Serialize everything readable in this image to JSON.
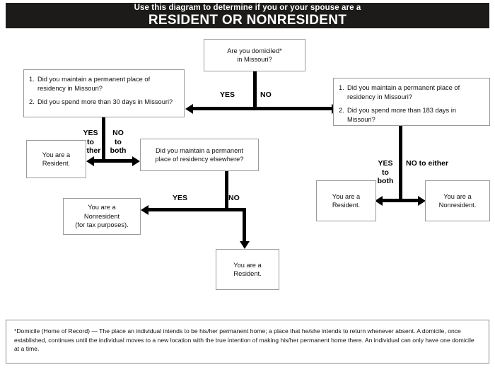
{
  "header": {
    "line1": "Use this diagram to determine if you or your spouse are a",
    "line2": "RESIDENT OR NONRESIDENT",
    "background": "#1d1b1a",
    "text_color": "#ffffff"
  },
  "diagram": {
    "type": "flowchart",
    "title": "Missouri Resident or Nonresident determination",
    "nodes": {
      "start": {
        "id": "start",
        "shape": "box",
        "line1": "Are you domiciled*",
        "line2": "in Missouri?"
      },
      "mo_30days": {
        "id": "mo_30days",
        "shape": "box",
        "items": [
          {
            "num": "1.",
            "text": "Did you maintain a permanent place of residency in Missouri?"
          },
          {
            "num": "2.",
            "text": "Did you spend more than 30 days in Missouri?"
          }
        ]
      },
      "mo_183days": {
        "id": "mo_183days",
        "shape": "box",
        "items": [
          {
            "num": "1.",
            "text": "Did you maintain a permanent place of residency in Missouri?"
          },
          {
            "num": "2.",
            "text": "Did you spend more than 183 days in Missouri?"
          }
        ]
      },
      "resident_left": {
        "id": "resident_left",
        "shape": "box",
        "line1": "You are a",
        "line2": "Resident."
      },
      "elsewhere": {
        "id": "elsewhere",
        "shape": "box",
        "line1": "Did you maintain a permanent",
        "line2": "place of residency elsewhere?"
      },
      "nonresident_left": {
        "id": "nonresident_left",
        "shape": "box",
        "line1": "You are a",
        "line2": "Nonresident",
        "line3": "(for tax purposes)."
      },
      "resident_bottom": {
        "id": "resident_bottom",
        "shape": "box",
        "line1": "You are a",
        "line2": "Resident."
      },
      "resident_right": {
        "id": "resident_right",
        "shape": "box",
        "line1": "You are a",
        "line2": "Resident."
      },
      "nonresident_right": {
        "id": "nonresident_right",
        "shape": "box",
        "line1": "You are a",
        "line2": "Nonresident."
      }
    },
    "edges": [
      {
        "id": "start-yes",
        "from": "start",
        "to": "mo_30days",
        "label": "YES"
      },
      {
        "id": "start-no",
        "from": "start",
        "to": "mo_183days",
        "label": "NO"
      },
      {
        "id": "mo30-yes-either",
        "from": "mo_30days",
        "to": "resident_left",
        "label_l1": "YES",
        "label_l2": "to",
        "label_l3": "either"
      },
      {
        "id": "mo30-no-both",
        "from": "mo_30days",
        "to": "elsewhere",
        "label_l1": "NO",
        "label_l2": "to",
        "label_l3": "both"
      },
      {
        "id": "elsewhere-yes",
        "from": "elsewhere",
        "to": "nonresident_left",
        "label": "YES"
      },
      {
        "id": "elsewhere-no",
        "from": "elsewhere",
        "to": "resident_bottom",
        "label": "NO"
      },
      {
        "id": "mo183-yes-both",
        "from": "mo_183days",
        "to": "resident_right",
        "label_l1": "YES",
        "label_l2": "to",
        "label_l3": "both"
      },
      {
        "id": "mo183-no-either",
        "from": "mo_183days",
        "to": "nonresident_right",
        "label": "NO to either"
      }
    ]
  },
  "footnote": {
    "text": "*Domicile (Home of Record) — The place an individual intends to be his/her permanent home; a place that he/she intends to return whenever absent.  A domicile, once established, continues until the individual moves to a new location with the true intention of making his/her permanent home there.  An individual can only have one domicile at a time."
  }
}
